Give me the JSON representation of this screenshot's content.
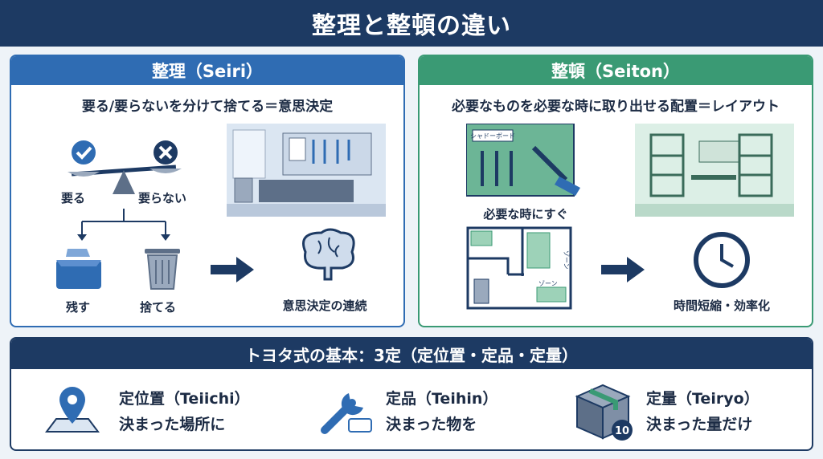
{
  "title": "整理と整頓の違い",
  "seiri": {
    "heading": "整理（Seiri）",
    "subtitle": "要る/要らないを分けて捨てる＝意思決定",
    "need_label": "要る",
    "not_need_label": "要らない",
    "keep_label": "残す",
    "discard_label": "捨てる",
    "result_label": "意思決定の連続"
  },
  "seiton": {
    "heading": "整頓（Seiton）",
    "subtitle": "必要なものを必要な時に取り出せる配置＝レイアウト",
    "board_tag": "シャドーボード",
    "board_label": "必要な時にすぐ",
    "zone_label_1": "ゾーン",
    "zone_label_2": "ゾーン",
    "result_label": "時間短縮・効率化"
  },
  "toyota": {
    "heading": "トヨタ式の基本：3定（定位置・定品・定量）",
    "items": [
      {
        "title": "定位置（Teiichi）",
        "desc": "決まった場所に"
      },
      {
        "title": "定品（Teihin）",
        "desc": "決まった物を"
      },
      {
        "title": "定量（Teiryo）",
        "desc": "決まった量だけ",
        "badge": "10"
      }
    ]
  },
  "colors": {
    "navy": "#1d3a63",
    "blue": "#2f6cb3",
    "green": "#3a9a74"
  },
  "icons": [
    "check-icon",
    "cross-icon",
    "scale-icon",
    "box-icon",
    "trash-icon",
    "arrow-icon",
    "brain-icon",
    "wrench-icon",
    "clock-icon",
    "map-pin-icon",
    "package-icon"
  ]
}
